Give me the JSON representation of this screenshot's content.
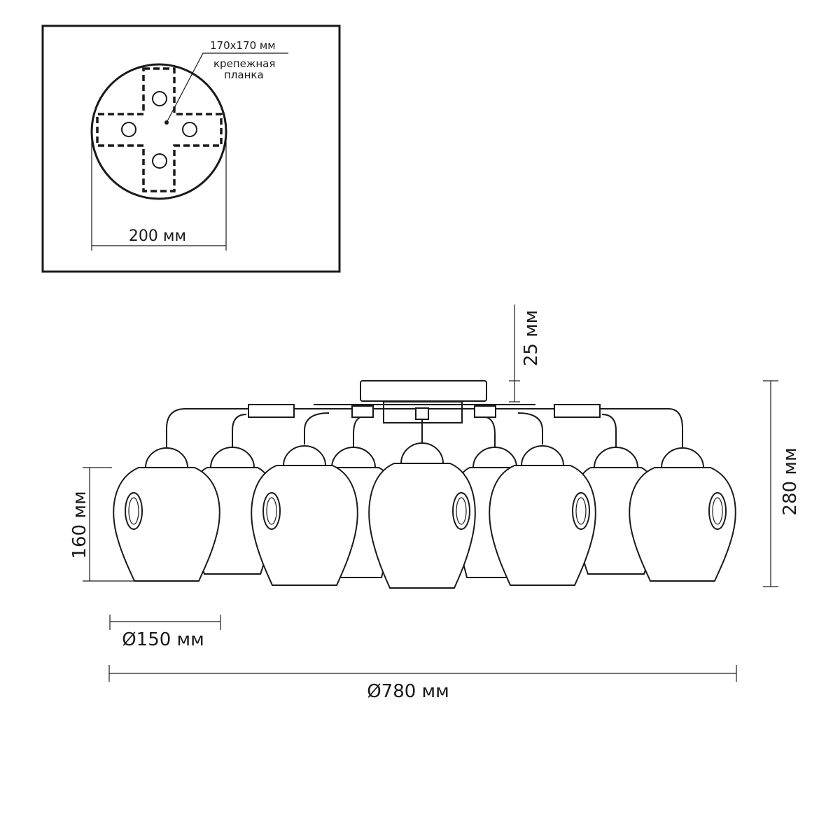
{
  "inset": {
    "plate_size_label": "170x170 мм",
    "plate_label_line1": "крепежная",
    "plate_label_line2": "планка",
    "base_diameter_label": "200 мм"
  },
  "dimensions": {
    "canopy_height": "25 мм",
    "total_height": "280 мм",
    "shade_height": "160 мм",
    "shade_diameter": "Ø150 мм",
    "total_diameter": "Ø780 мм"
  }
}
